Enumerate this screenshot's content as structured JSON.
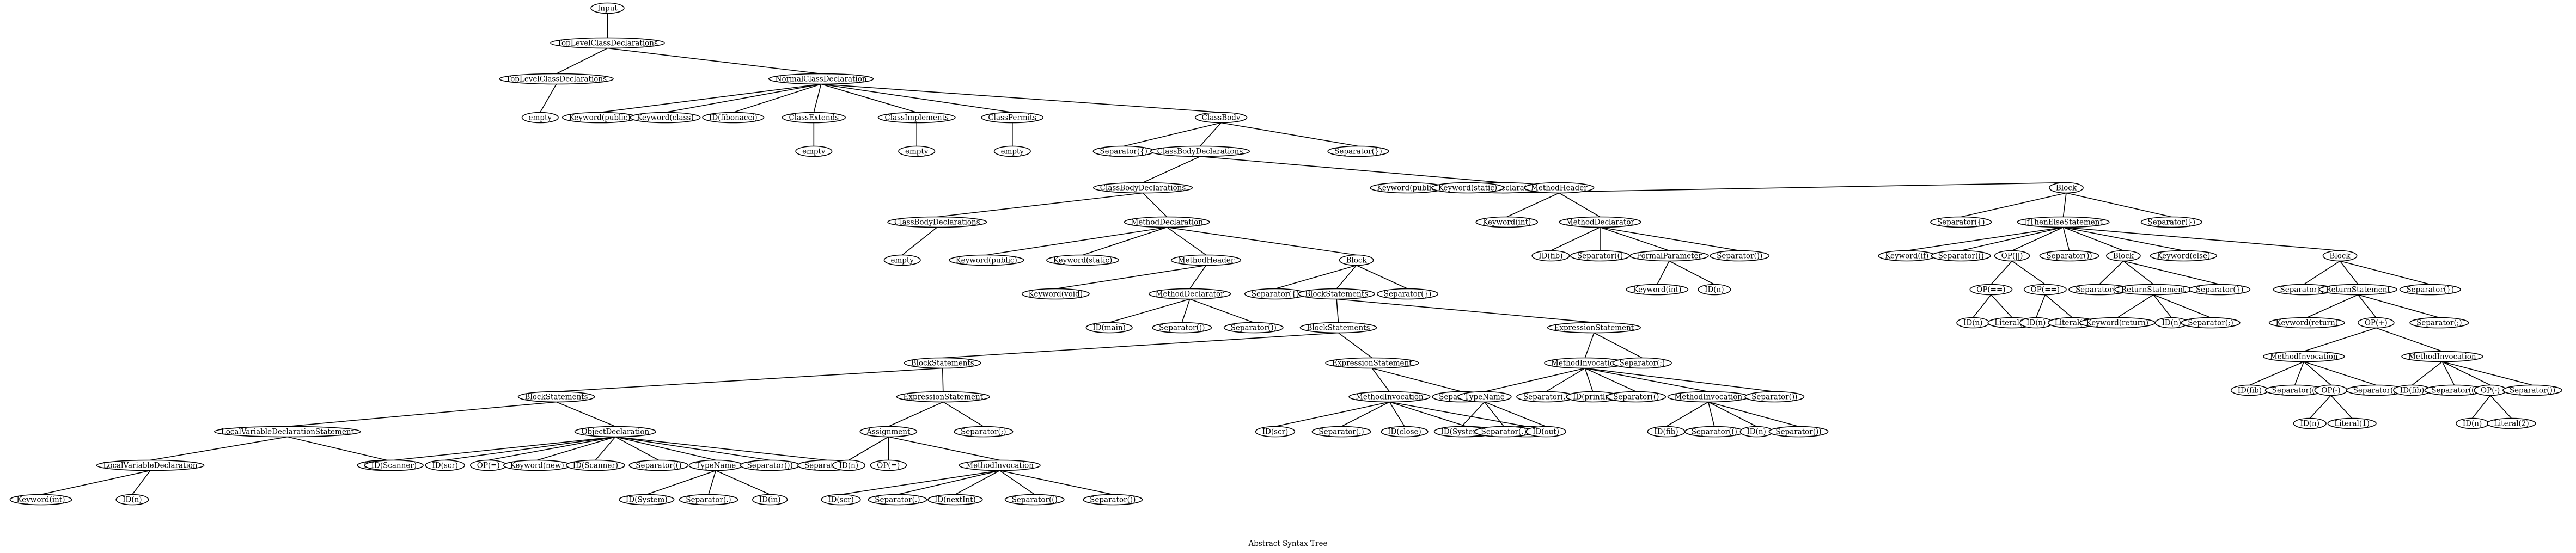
{
  "caption": "Abstract Syntax Tree",
  "nodes": {
    "n0": "Input",
    "n1": "TopLevelClassDeclarations",
    "n2": "TopLevelClassDeclarations",
    "n3": "NormalClassDeclaration",
    "n4": "empty",
    "n5": "Keyword(public)",
    "n6": "Keyword(class)",
    "n7": "ID(fibonacci)",
    "n8": "ClassExtends",
    "n9": "ClassImplements",
    "n10": "ClassPermits",
    "n11": "ClassBody",
    "n12": "empty",
    "n13": "empty",
    "n14": "empty",
    "n15": "Separator({)",
    "n16": "ClassBodyDeclarations",
    "n17": "Separator(})",
    "n18": "ClassBodyDeclarations",
    "n19": "MethodDeclaration",
    "n20": "ClassBodyDeclarations",
    "n21": "MethodDeclaration",
    "n22": "empty",
    "n23": "Keyword(public)",
    "n24": "Keyword(static)",
    "n25": "MethodHeader",
    "n26": "Block",
    "n27": "Keyword(void)",
    "n28": "MethodDeclarator",
    "n29": "Separator({)",
    "n30": "BlockStatements",
    "n31": "Separator(})",
    "n32": "ID(main)",
    "n33": "Separator(()",
    "n34": "Separator())",
    "n35": "BlockStatements",
    "n36": "ExpressionStatement",
    "n37": "BlockStatements",
    "n38": "ExpressionStatement",
    "n39": "BlockStatements",
    "n40": "ExpressionStatement",
    "n41": "LocalVariableDeclarationStatement",
    "n42": "ObjectDeclaration",
    "n43": "LocalVariableDeclaration",
    "n44": "Separator(;)",
    "n45": "Keyword(int)",
    "n46": "ID(n)",
    "n47": "ID(Scanner)",
    "n48": "ID(scr)",
    "n49": "OP(=)",
    "n50": "Keyword(new)",
    "n51": "ID(Scanner)",
    "n52": "Separator(()",
    "n53": "TypeName",
    "n54": "Separator())",
    "n55": "Separator(;)",
    "n56": "ID(System)",
    "n57": "Separator(.)",
    "n58": "ID(in)",
    "n59": "Assignment",
    "n60": "Separator(;)",
    "n61": "ID(n)",
    "n62": "OP(=)",
    "n63": "MethodInvocation",
    "n64": "ID(scr)",
    "n65": "Separator(.)",
    "n66": "ID(nextInt)",
    "n67": "Separator(()",
    "n68": "Separator())",
    "n69": "MethodInvocation",
    "n70": "Separator(;)",
    "n71": "ID(scr)",
    "n72": "Separator(.)",
    "n73": "ID(close)",
    "n74": "Separator(()",
    "n75": "Separator())",
    "n76": "MethodInvocation",
    "n77": "Separator(;)",
    "n78": "TypeName",
    "n79": "Separator(.)",
    "n80": "ID(println)",
    "n81": "Separator(()",
    "n82": "MethodInvocation",
    "n83": "Separator())",
    "n84": "ID(System)",
    "n85": "Separator(.)",
    "n86": "ID(out)",
    "n87": "ID(fib)",
    "n88": "Separator(()",
    "n89": "ID(n)",
    "n90": "Separator())",
    "n91": "Keyword(public)",
    "n92": "Keyword(static)",
    "n93": "MethodHeader",
    "n94": "Block",
    "n95": "Keyword(int)",
    "n96": "MethodDeclarator",
    "n97": "ID(fib)",
    "n98": "Separator(()",
    "n99": "FormalParameter",
    "n100": "Separator())",
    "n101": "Keyword(int)",
    "n102": "ID(n)",
    "n103": "Separator({)",
    "n104": "IfThenElseStatement",
    "n105": "Separator(})",
    "n106": "Keyword(if)",
    "n107": "Separator(()",
    "n108": "OP(||)",
    "n109": "Separator())",
    "n110": "Block",
    "n111": "Keyword(else)",
    "n112": "Block",
    "n113": "OP(==)",
    "n114": "OP(==)",
    "n115": "ID(n)",
    "n116": "Literal(0)",
    "n117": "ID(n)",
    "n118": "Literal(1)",
    "n119": "Separator({)",
    "n120": "ReturnStatement",
    "n121": "Separator(})",
    "n122": "Keyword(return)",
    "n123": "ID(n)",
    "n124": "Separator(;)",
    "n125": "Separator({)",
    "n126": "ReturnStatement",
    "n127": "Separator(})",
    "n128": "Keyword(return)",
    "n129": "OP(+)",
    "n130": "Separator(;)",
    "n131": "MethodInvocation",
    "n132": "MethodInvocation",
    "n133": "ID(fib)",
    "n134": "Separator(()",
    "n135": "OP(-)",
    "n136": "Separator())",
    "n137": "ID(fib)",
    "n138": "Separator(()",
    "n139": "OP(-)",
    "n140": "Separator())",
    "n141": "ID(n)",
    "n142": "Literal(1)",
    "n143": "ID(n)",
    "n144": "Literal(2)"
  }
}
